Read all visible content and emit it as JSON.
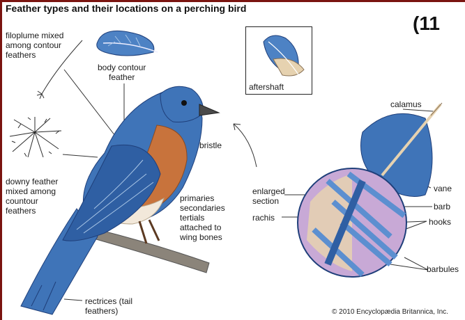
{
  "title": "Feather types and their locations on a perching bird",
  "page_marker": "(11",
  "labels": {
    "filoplume": "filoplume mixed\namong contour\nfeathers",
    "body_contour": "body contour\nfeather",
    "aftershaft": "aftershaft",
    "bristle": "bristle",
    "downy": "downy feather\nmixed among\ncountour\nfeathers",
    "primaries": "primaries\nsecondaries\ntertials\nattached to\nwing bones",
    "rectrices": "rectrices (tail\nfeathers)",
    "calamus": "calamus",
    "enlarged_section": "enlarged\nsection",
    "rachis": "rachis",
    "vane": "vane",
    "barb": "barb",
    "hooks": "hooks",
    "barbules": "barbules"
  },
  "copyright": "© 2010 Encyclopædia Britannica, Inc.",
  "colors": {
    "bird_blue": "#3f74b8",
    "bird_dark_blue": "#1f3f7a",
    "breast_orange": "#c8733c",
    "belly": "#f2e8da",
    "branch": "#8b847a",
    "feather_light": "#a9c6e6",
    "calamus_tan": "#e6d2b0",
    "barbule_lilac": "#c8a9d6",
    "frame": "#7a1410"
  },
  "icons": [
    "bird-illustration",
    "downy-feather-icon",
    "filoplume-icon",
    "contour-feather-icon",
    "aftershaft-feather-icon",
    "bristle-icon",
    "magnified-feather-icon"
  ]
}
